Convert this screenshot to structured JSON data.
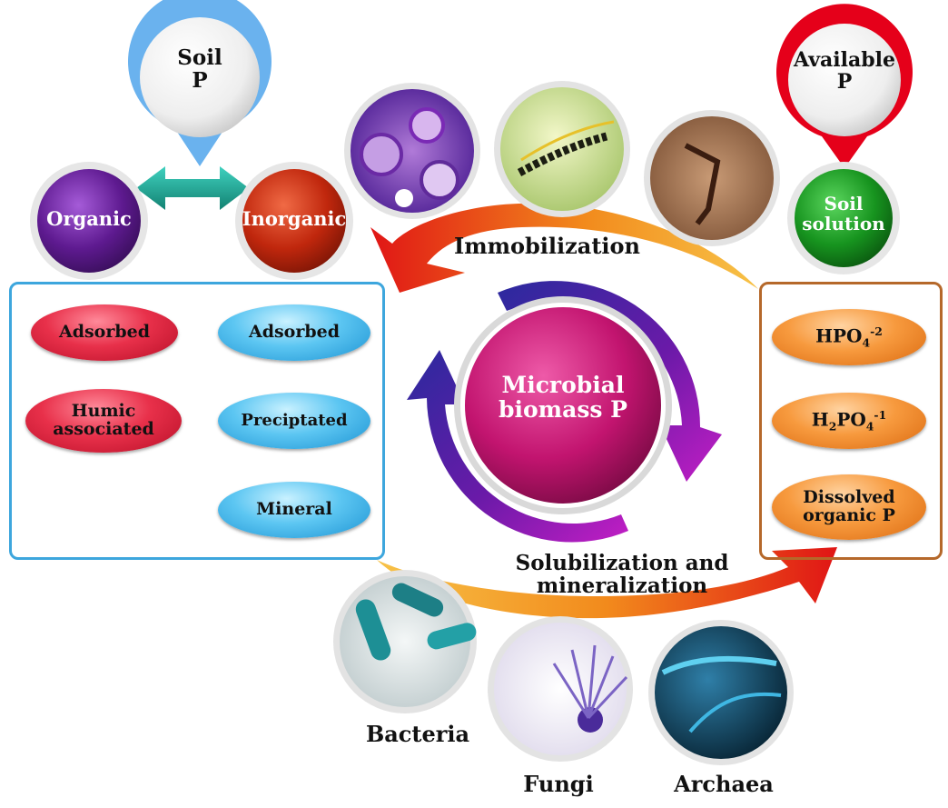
{
  "soil_p": "Soil\nP",
  "organic": "Organic",
  "inorganic": "Inorganic",
  "available_p": "Available\nP",
  "soil_solution": "Soil\nsolution",
  "immobilization": "Immobilization",
  "solubilization": "Solubilization and\nmineralization",
  "center": "Microbial\nbiomass P",
  "organic_pools": [
    "Adsorbed",
    "Humic\nassociated"
  ],
  "inorganic_pools": [
    "Adsorbed",
    "Preciptated",
    "Mineral"
  ],
  "solution_species": {
    "hpo4_main": "HPO",
    "hpo4_sub": "4",
    "hpo4_sup": "-2",
    "h2po4_h": "H",
    "h2po4_sub1": "2",
    "h2po4_main": "PO",
    "h2po4_sub2": "4",
    "h2po4_sup": "-1",
    "dissolved": "Dissolved\norganic P"
  },
  "organisms": [
    "Bacteria",
    "Fungi",
    "Archaea"
  ],
  "colors": {
    "soil_pin": "#6ab2ee",
    "available_pin": "#e5001a",
    "organic": "#5a1a8c",
    "inorganic": "#c2290f",
    "soil_solution": "#17941f",
    "left_box": "#3da6dd",
    "right_box": "#b5682a",
    "center_circle": "#c2146f",
    "cycle_arrows": "#5b1a9c",
    "double_arrow": "#20a595"
  }
}
